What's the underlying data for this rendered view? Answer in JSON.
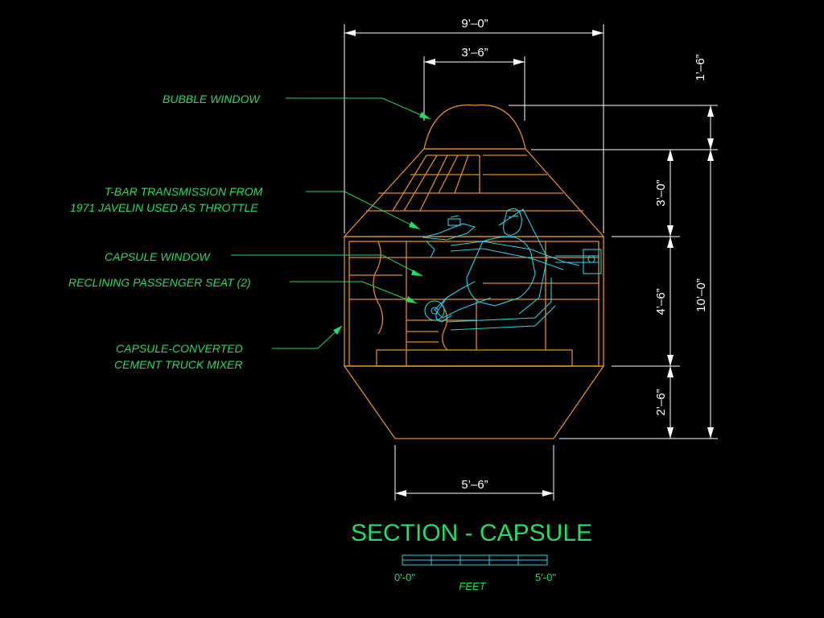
{
  "dimensions": {
    "top_width": "9’–0”",
    "inner_width": "3’–6”",
    "bottom_width": "5’–6”",
    "right_bubble": "1’–6”",
    "right_upper": "3’–0”",
    "right_middle": "4’–6”",
    "right_lower": "2’–6”",
    "right_total": "10’–0”"
  },
  "labels": {
    "bubble_window": "BUBBLE WINDOW",
    "tbar_line1": "T-BAR TRANSMISSION FROM",
    "tbar_line2": "1971 JAVELIN USED AS THROTTLE",
    "capsule_window": "CAPSULE WINDOW",
    "reclining_seat": "RECLINING PASSENGER SEAT (2)",
    "mixer_line1": "CAPSULE-CONVERTED",
    "mixer_line2": "CEMENT TRUCK MIXER"
  },
  "title": "SECTION - CAPSULE",
  "scale": {
    "left": "0'-0\"",
    "right": "5'-0\"",
    "unit": "FEET"
  },
  "colors": {
    "capsule": "#e08a2c",
    "figure": "#28d0e8",
    "annotation": "#22dd66",
    "dimension": "#ffffff"
  }
}
